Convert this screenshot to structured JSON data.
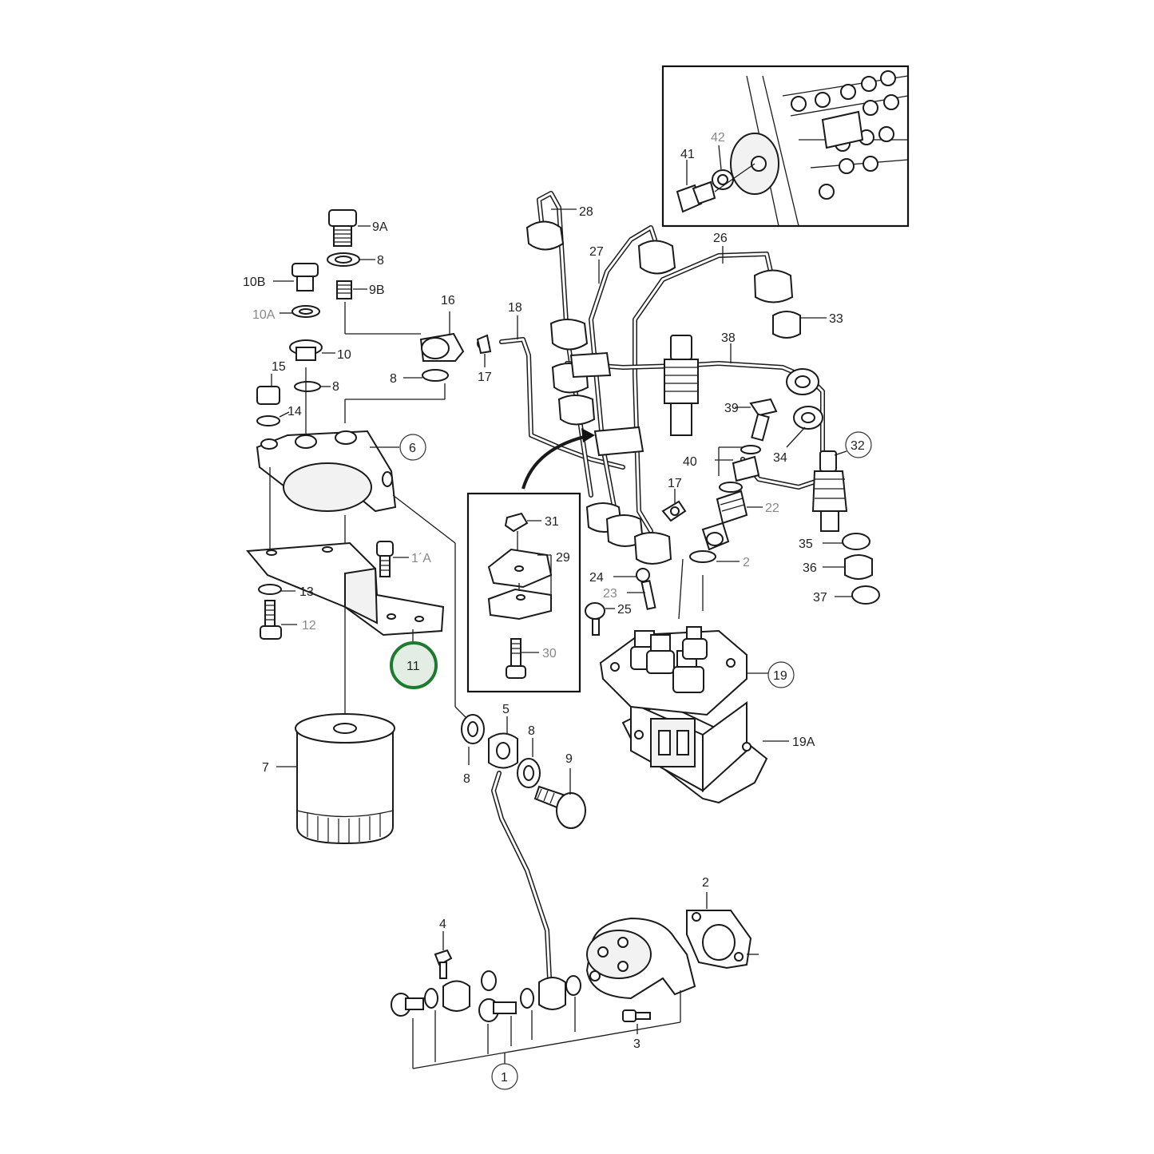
{
  "diagram": {
    "highlight_color": "#1e7a2e",
    "labels": {
      "p1": "1",
      "p2": "2",
      "p3": "3",
      "p4": "4",
      "p5": "5",
      "p6": "6",
      "p7": "7",
      "p8": "8",
      "p9": "9",
      "p9a": "9A",
      "p9b": "9B",
      "p10": "10",
      "p10a": "10A",
      "p10b": "10B",
      "p11": "11",
      "p11a": "1´A",
      "p12": "12",
      "p13": "13",
      "p14": "14",
      "p15": "15",
      "p16": "16",
      "p17": "17",
      "p18": "18",
      "p19": "19",
      "p19a": "19A",
      "p22": "22",
      "p23": "23",
      "p24": "24",
      "p25": "25",
      "p26": "26",
      "p27": "27",
      "p28": "28",
      "p29": "29",
      "p30": "30",
      "p31": "31",
      "p32": "32",
      "p33": "33",
      "p34": "34",
      "p35": "35",
      "p36": "36",
      "p37": "37",
      "p38": "38",
      "p39": "39",
      "p40": "40",
      "p41": "41",
      "p42": "42"
    }
  }
}
